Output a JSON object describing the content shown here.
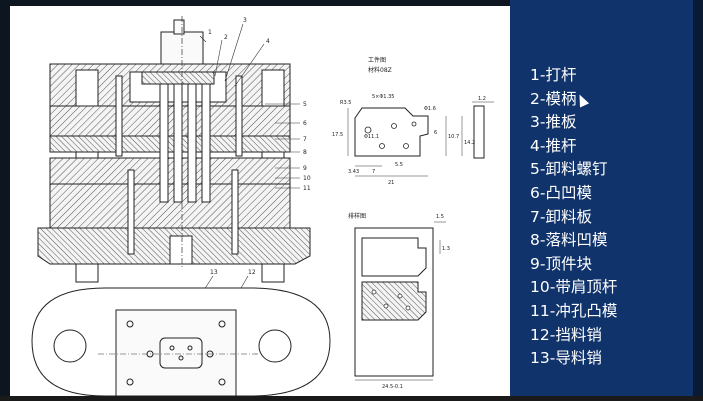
{
  "diagram": {
    "part_title": "工件图",
    "material": "材料08Z",
    "strip_title": "排样图",
    "leaders": [
      "1",
      "2",
      "3",
      "4",
      "5",
      "6",
      "7",
      "8",
      "9",
      "10",
      "11",
      "12",
      "13"
    ],
    "dims": {
      "r35": "R3.5",
      "holes": "5×Φ1.35",
      "phi16": "Φ1.6",
      "phi111": "Φ11.1",
      "d12": "1.2",
      "d175": "17.5",
      "d6": "6",
      "d107": "10.7",
      "d142": "14.2",
      "d55": "5.5",
      "d343": "3.43",
      "d7": "7",
      "d21": "21",
      "d15": "1.5",
      "d13": "1.3",
      "d245": "24.5-0.1"
    }
  },
  "legend": [
    "1-打杆",
    "2-模柄",
    "3-推板",
    "4-推杆",
    "5-卸料螺钉",
    "6-凸凹模",
    "7-卸料板",
    "8-落料凹模",
    "9-顶件块",
    "10-带肩顶杆",
    "11-冲孔凸模",
    "12-挡料销",
    "13-导料销"
  ]
}
